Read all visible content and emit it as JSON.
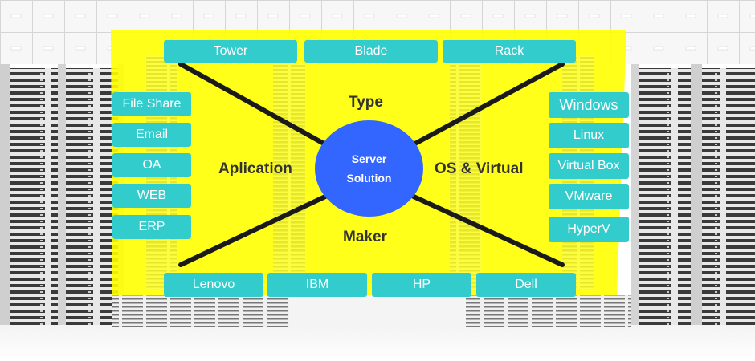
{
  "center": {
    "line1": "Server",
    "line2": "Solution"
  },
  "headings": {
    "type": "Type",
    "application": "Aplication",
    "os": "OS & Virtual",
    "maker": "Maker"
  },
  "type_items": [
    "Tower",
    "Blade",
    "Rack"
  ],
  "application_items": [
    "File Share",
    "Email",
    "OA",
    "WEB",
    "ERP"
  ],
  "os_items": [
    "Windows",
    "Linux",
    "Virtual Box",
    "VMware",
    "HyperV"
  ],
  "maker_items": [
    "Lenovo",
    "IBM",
    "HP",
    "Dell"
  ],
  "colors": {
    "panel": "#ffff00",
    "tile": "#33cccc",
    "center": "#3366ff",
    "heading": "#333333",
    "lines": "#1a1a1a"
  }
}
